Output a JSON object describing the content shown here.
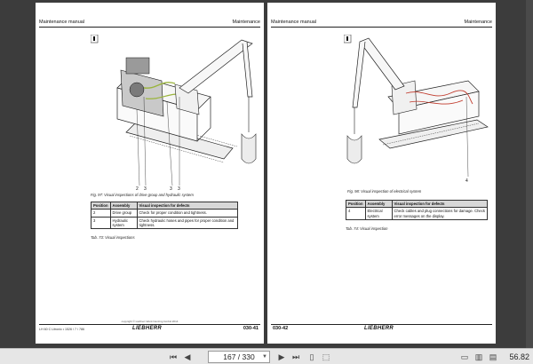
{
  "left_page": {
    "header_left": "Maintenance manual",
    "header_right": "Maintenance",
    "figure_caption": "Fig. 97: Visual inspections of drive group and hydraulic system",
    "table": {
      "headers": [
        "Position",
        "Assembly",
        "Visual inspection for defects"
      ],
      "rows": [
        [
          "2",
          "Drive group",
          "Check for proper condition and tightness."
        ],
        [
          "3",
          "Hydraulic system",
          "Check hydraulic hoses and pipes for proper condition and tightness."
        ]
      ]
    },
    "table_caption": "Tab. 73: Visual inspections",
    "callouts": [
      "2",
      "3",
      "3",
      "3"
    ],
    "footer_doc": "LH 60 C Litronic • 1526 / 7 / 786",
    "footer_copy": "copyright © Liebherr-Werk Nenzing GmbH 2014",
    "brand": "LIEBHERR",
    "page_number": "030-41"
  },
  "right_page": {
    "header_left": "Maintenance manual",
    "header_right": "Maintenance",
    "figure_caption": "Fig. 98: Visual inspection of electrical system",
    "table": {
      "headers": [
        "Position",
        "Assembly",
        "Visual inspection for defects"
      ],
      "rows": [
        [
          "4",
          "Electrical system",
          "Check cables and plug connections for damage. Check error messages on the display."
        ]
      ]
    },
    "table_caption": "Tab. 74: Visual inspection",
    "callouts": [
      "4"
    ],
    "brand": "LIEBHERR",
    "page_number": "030-42"
  },
  "toolbar": {
    "page_indicator": "167 / 330",
    "zoom": "56.82"
  }
}
